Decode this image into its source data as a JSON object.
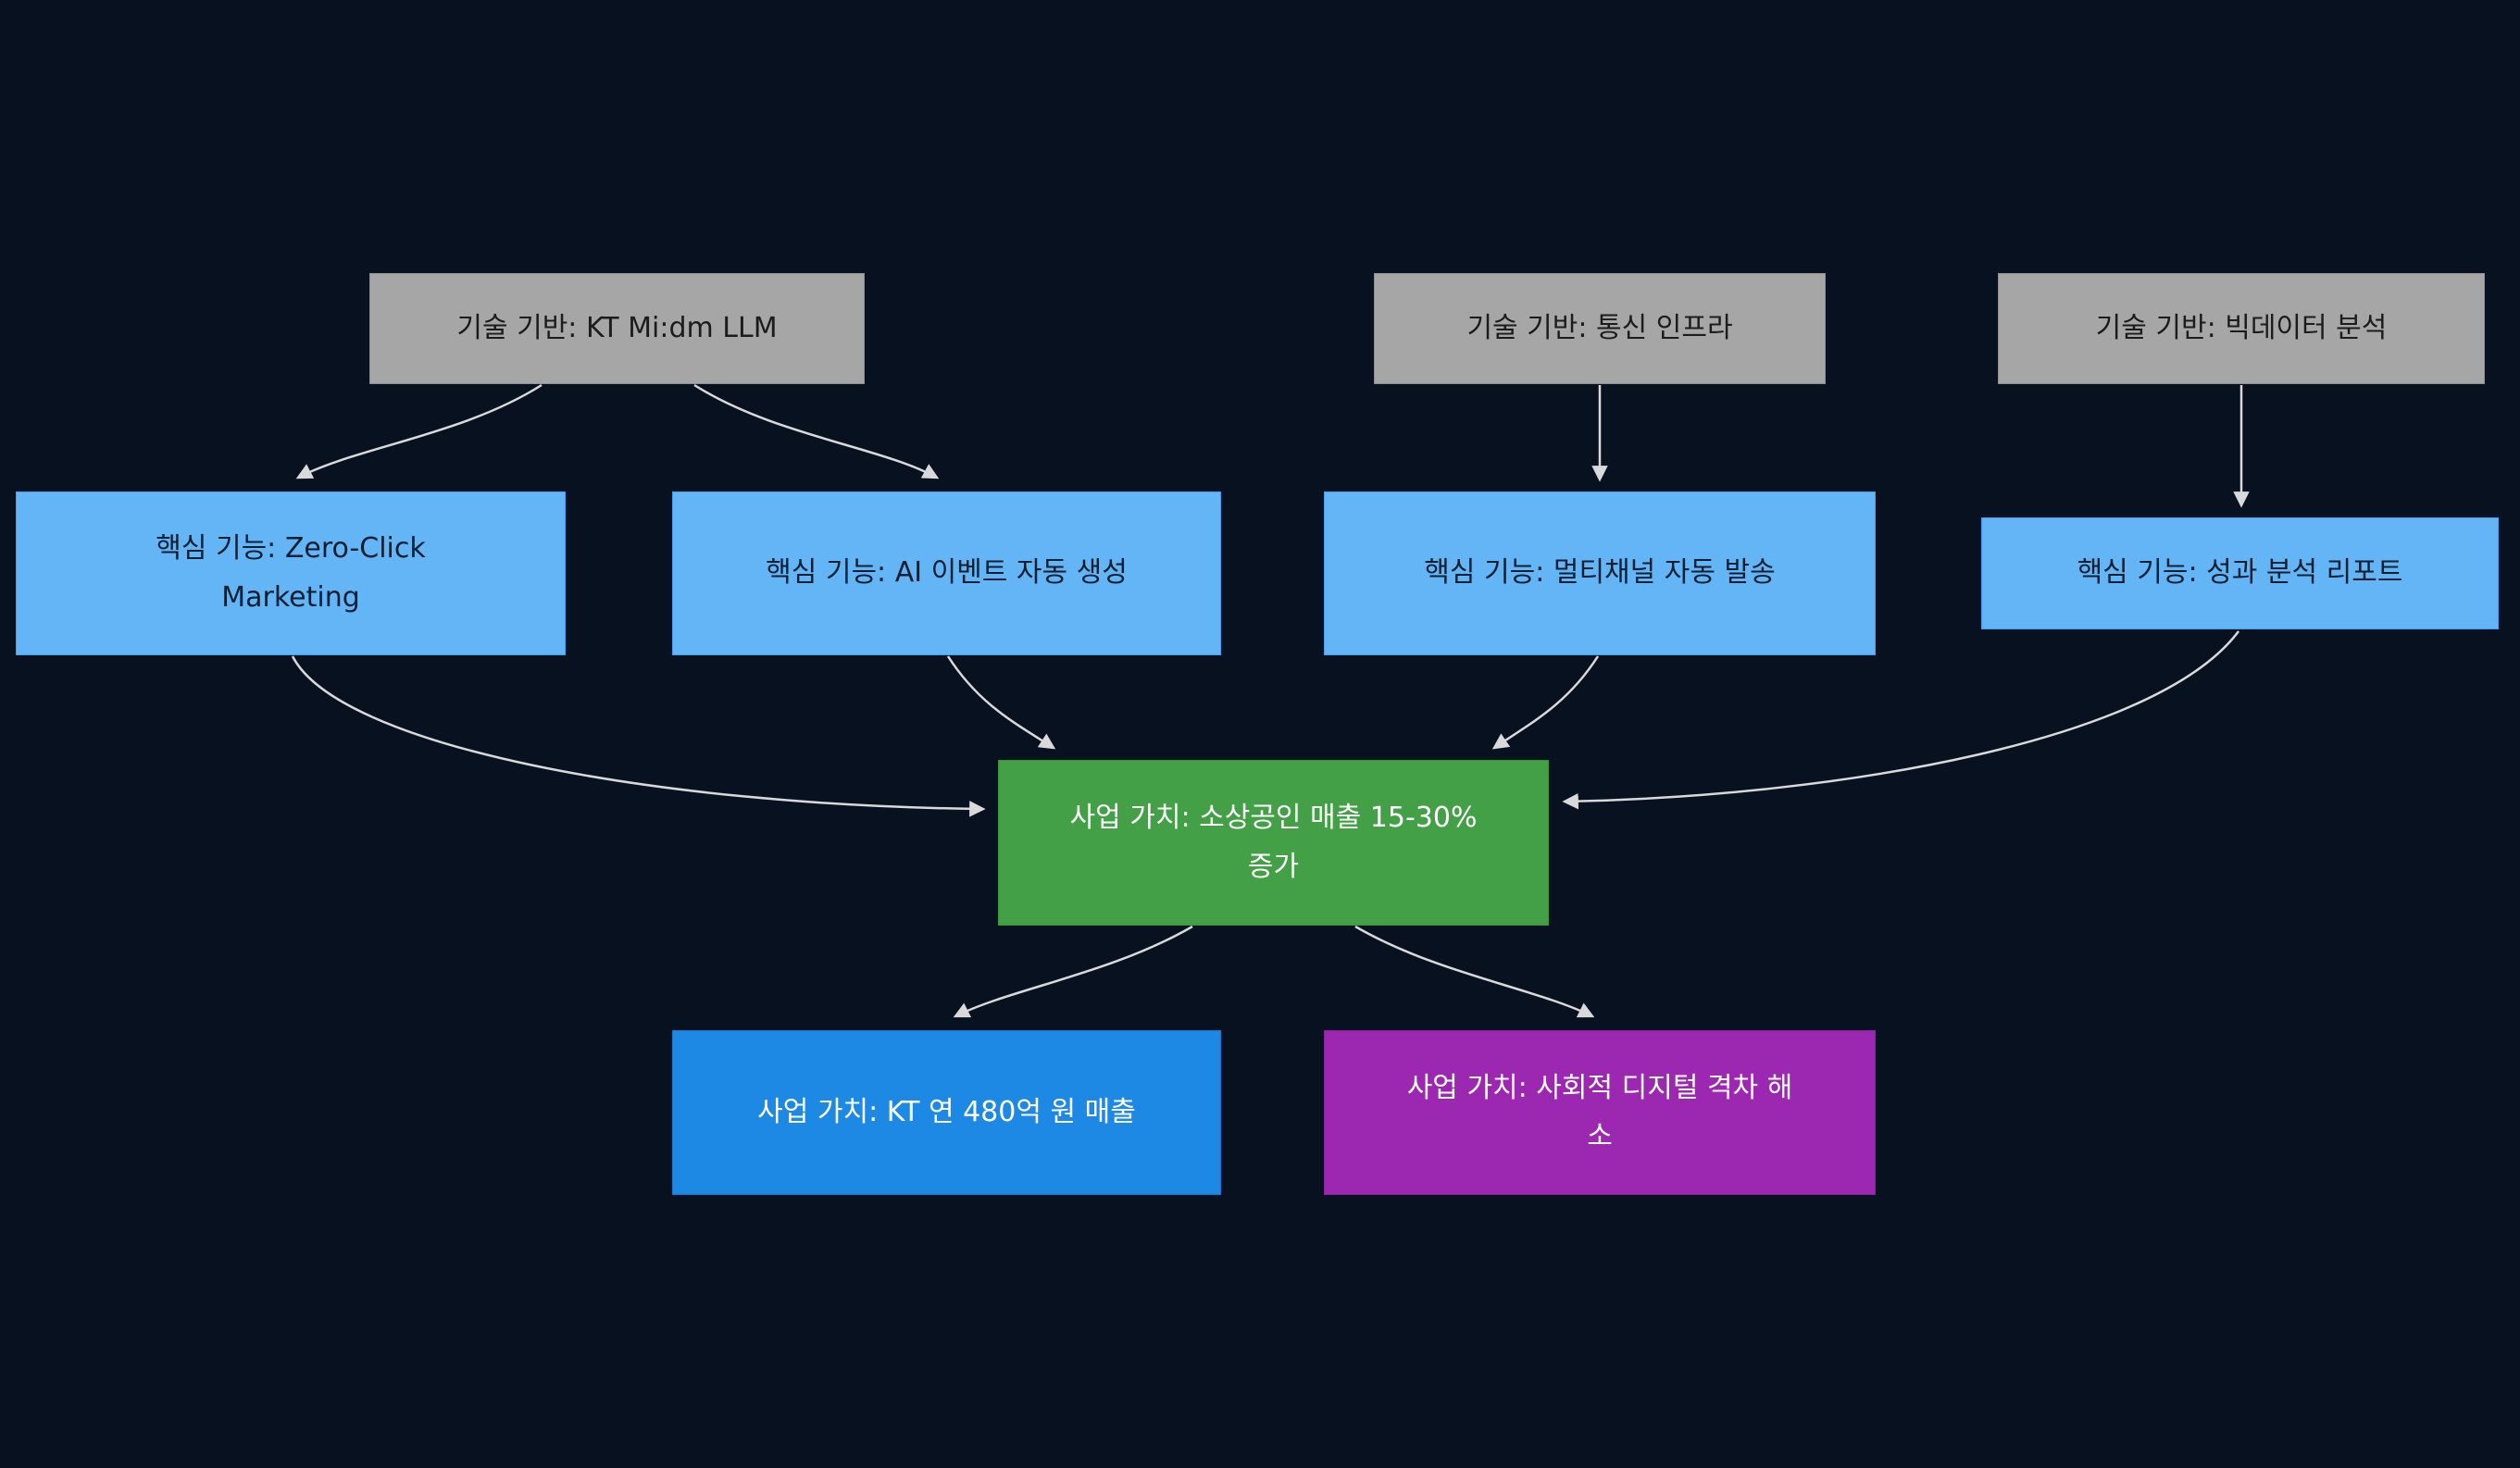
{
  "diagram": {
    "type": "flowchart",
    "direction": "top-down",
    "colors": {
      "background": "#071120",
      "edge": "#d9d9d9",
      "tech_node_fill": "#a6a6a6",
      "tech_node_text": "#1c1c1c",
      "feature_node_fill": "#64b5f6",
      "feature_node_text": "#0d1f33",
      "value_green_fill": "#43a047",
      "value_blue_fill": "#1e88e5",
      "value_purple_fill": "#9c27b0",
      "value_node_text": "#ffffff"
    },
    "nodes": {
      "tech_llm": {
        "label": "기술 기반: KT Mi:dm LLM"
      },
      "tech_telecom": {
        "label": "기술 기반: 통신 인프라"
      },
      "tech_bigdata": {
        "label": "기술 기반: 빅데이터 분석"
      },
      "feat_zero_click": {
        "label": "핵심 기능: Zero-Click Marketing"
      },
      "feat_ai_event": {
        "label": "핵심 기능: AI 이벤트 자동 생성"
      },
      "feat_multichannel": {
        "label": "핵심 기능: 멀티채널 자동 발송"
      },
      "feat_report": {
        "label": "핵심 기능: 성과 분석 리포트"
      },
      "value_sales_up": {
        "label": "사업 가치: 소상공인 매출 15-30% 증가"
      },
      "value_kt_revenue": {
        "label": "사업 가치: KT 연 480억 원 매출"
      },
      "value_digital_gap": {
        "label": "사업 가치: 사회적 디지털 격차 해소"
      }
    },
    "edges": [
      {
        "from": "tech_llm",
        "to": "feat_zero_click"
      },
      {
        "from": "tech_llm",
        "to": "feat_ai_event"
      },
      {
        "from": "tech_telecom",
        "to": "feat_multichannel"
      },
      {
        "from": "tech_bigdata",
        "to": "feat_report"
      },
      {
        "from": "feat_zero_click",
        "to": "value_sales_up"
      },
      {
        "from": "feat_ai_event",
        "to": "value_sales_up"
      },
      {
        "from": "feat_multichannel",
        "to": "value_sales_up"
      },
      {
        "from": "feat_report",
        "to": "value_sales_up"
      },
      {
        "from": "value_sales_up",
        "to": "value_kt_revenue"
      },
      {
        "from": "value_sales_up",
        "to": "value_digital_gap"
      }
    ]
  }
}
